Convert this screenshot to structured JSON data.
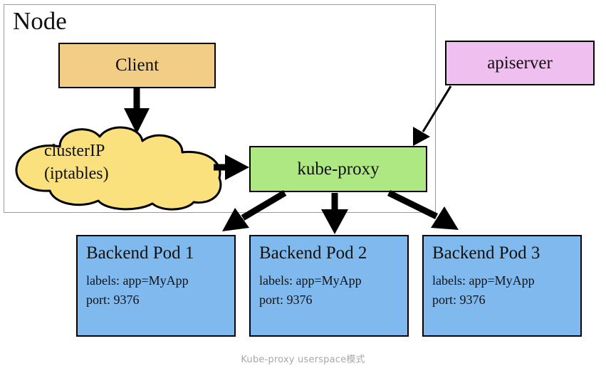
{
  "diagram": {
    "node": {
      "label": "Node"
    },
    "client": {
      "label": "Client",
      "color": "#F2CD85"
    },
    "cloud": {
      "line1": "clusterIP",
      "line2": "(iptables)",
      "color": "#FAE17D"
    },
    "kube_proxy": {
      "label": "kube-proxy",
      "color": "#AEE882"
    },
    "apiserver": {
      "label": "apiserver",
      "color": "#EFBFEF"
    },
    "pods": [
      {
        "title": "Backend Pod 1",
        "labels": "labels: app=MyApp",
        "port": "port: 9376",
        "color": "#80B9EE"
      },
      {
        "title": "Backend Pod 2",
        "labels": "labels: app=MyApp",
        "port": "port: 9376",
        "color": "#80B9EE"
      },
      {
        "title": "Backend Pod 3",
        "labels": "labels: app=MyApp",
        "port": "port: 9376",
        "color": "#80B9EE"
      }
    ]
  },
  "caption": {
    "text": "Kube-proxy userspace模式"
  }
}
